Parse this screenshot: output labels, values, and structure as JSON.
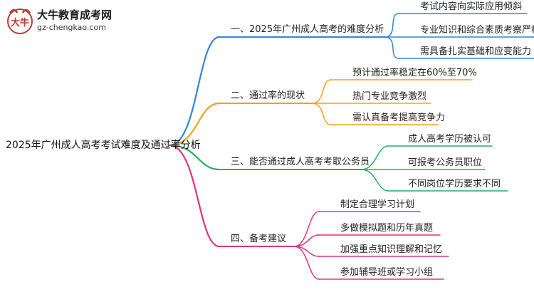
{
  "logo": {
    "name": "大牛教育成考网",
    "url": "gz-chengkao.com",
    "mark": "大牛"
  },
  "root": "2025年广州成人高考考试难度及通过率分析",
  "colors": {
    "blue": "#2e86de",
    "orange": "#f0a21a",
    "green": "#27ae60",
    "pink": "#e0337a"
  },
  "branches": [
    {
      "label": "一、2025年广州成人高考的难度分析",
      "color": "blue",
      "children": [
        "考试内容向实际应用倾斜",
        "专业知识和综合素质考察严格",
        "需具备扎实基础和应变能力"
      ]
    },
    {
      "label": "二、通过率的现状",
      "color": "orange",
      "children": [
        "预计通过率稳定在60%至70%",
        "热门专业竞争激烈",
        "需认真备考提高竞争力"
      ]
    },
    {
      "label": "三、能否通过成人高考考取公务员",
      "color": "green",
      "children": [
        "成人高考学历被认可",
        "可报考公务员职位",
        "不同岗位学历要求不同"
      ]
    },
    {
      "label": "四、备考建议",
      "color": "pink",
      "children": [
        "制定合理学习计划",
        "多做模拟题和历年真题",
        "加强重点知识理解和记忆",
        "参加辅导班或学习小组"
      ]
    }
  ]
}
